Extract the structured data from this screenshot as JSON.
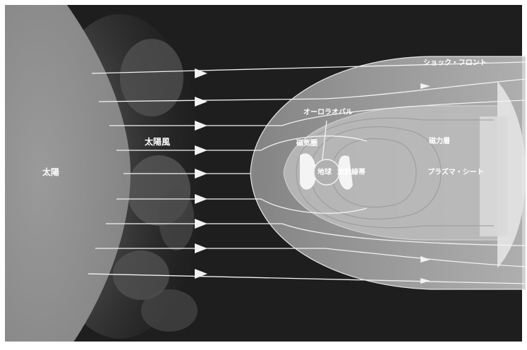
{
  "labels": {
    "sun": "太陽",
    "solar_wind": "太陽風",
    "shock_front": "ショック・フロント",
    "auroral_oval": "オーロラオバル",
    "magnetosphere_boundary": "磁気圏",
    "magnetosheath": "磁力層",
    "plasma_sheet": "プラズマ・シート",
    "earth": "地球",
    "radiation_belt": "放射線帯"
  },
  "colors": {
    "space": "#1e1e1e",
    "sun": "#8e8e8e",
    "flow_lines": "#f2f2f2",
    "sheath": "#cfcfcf"
  }
}
